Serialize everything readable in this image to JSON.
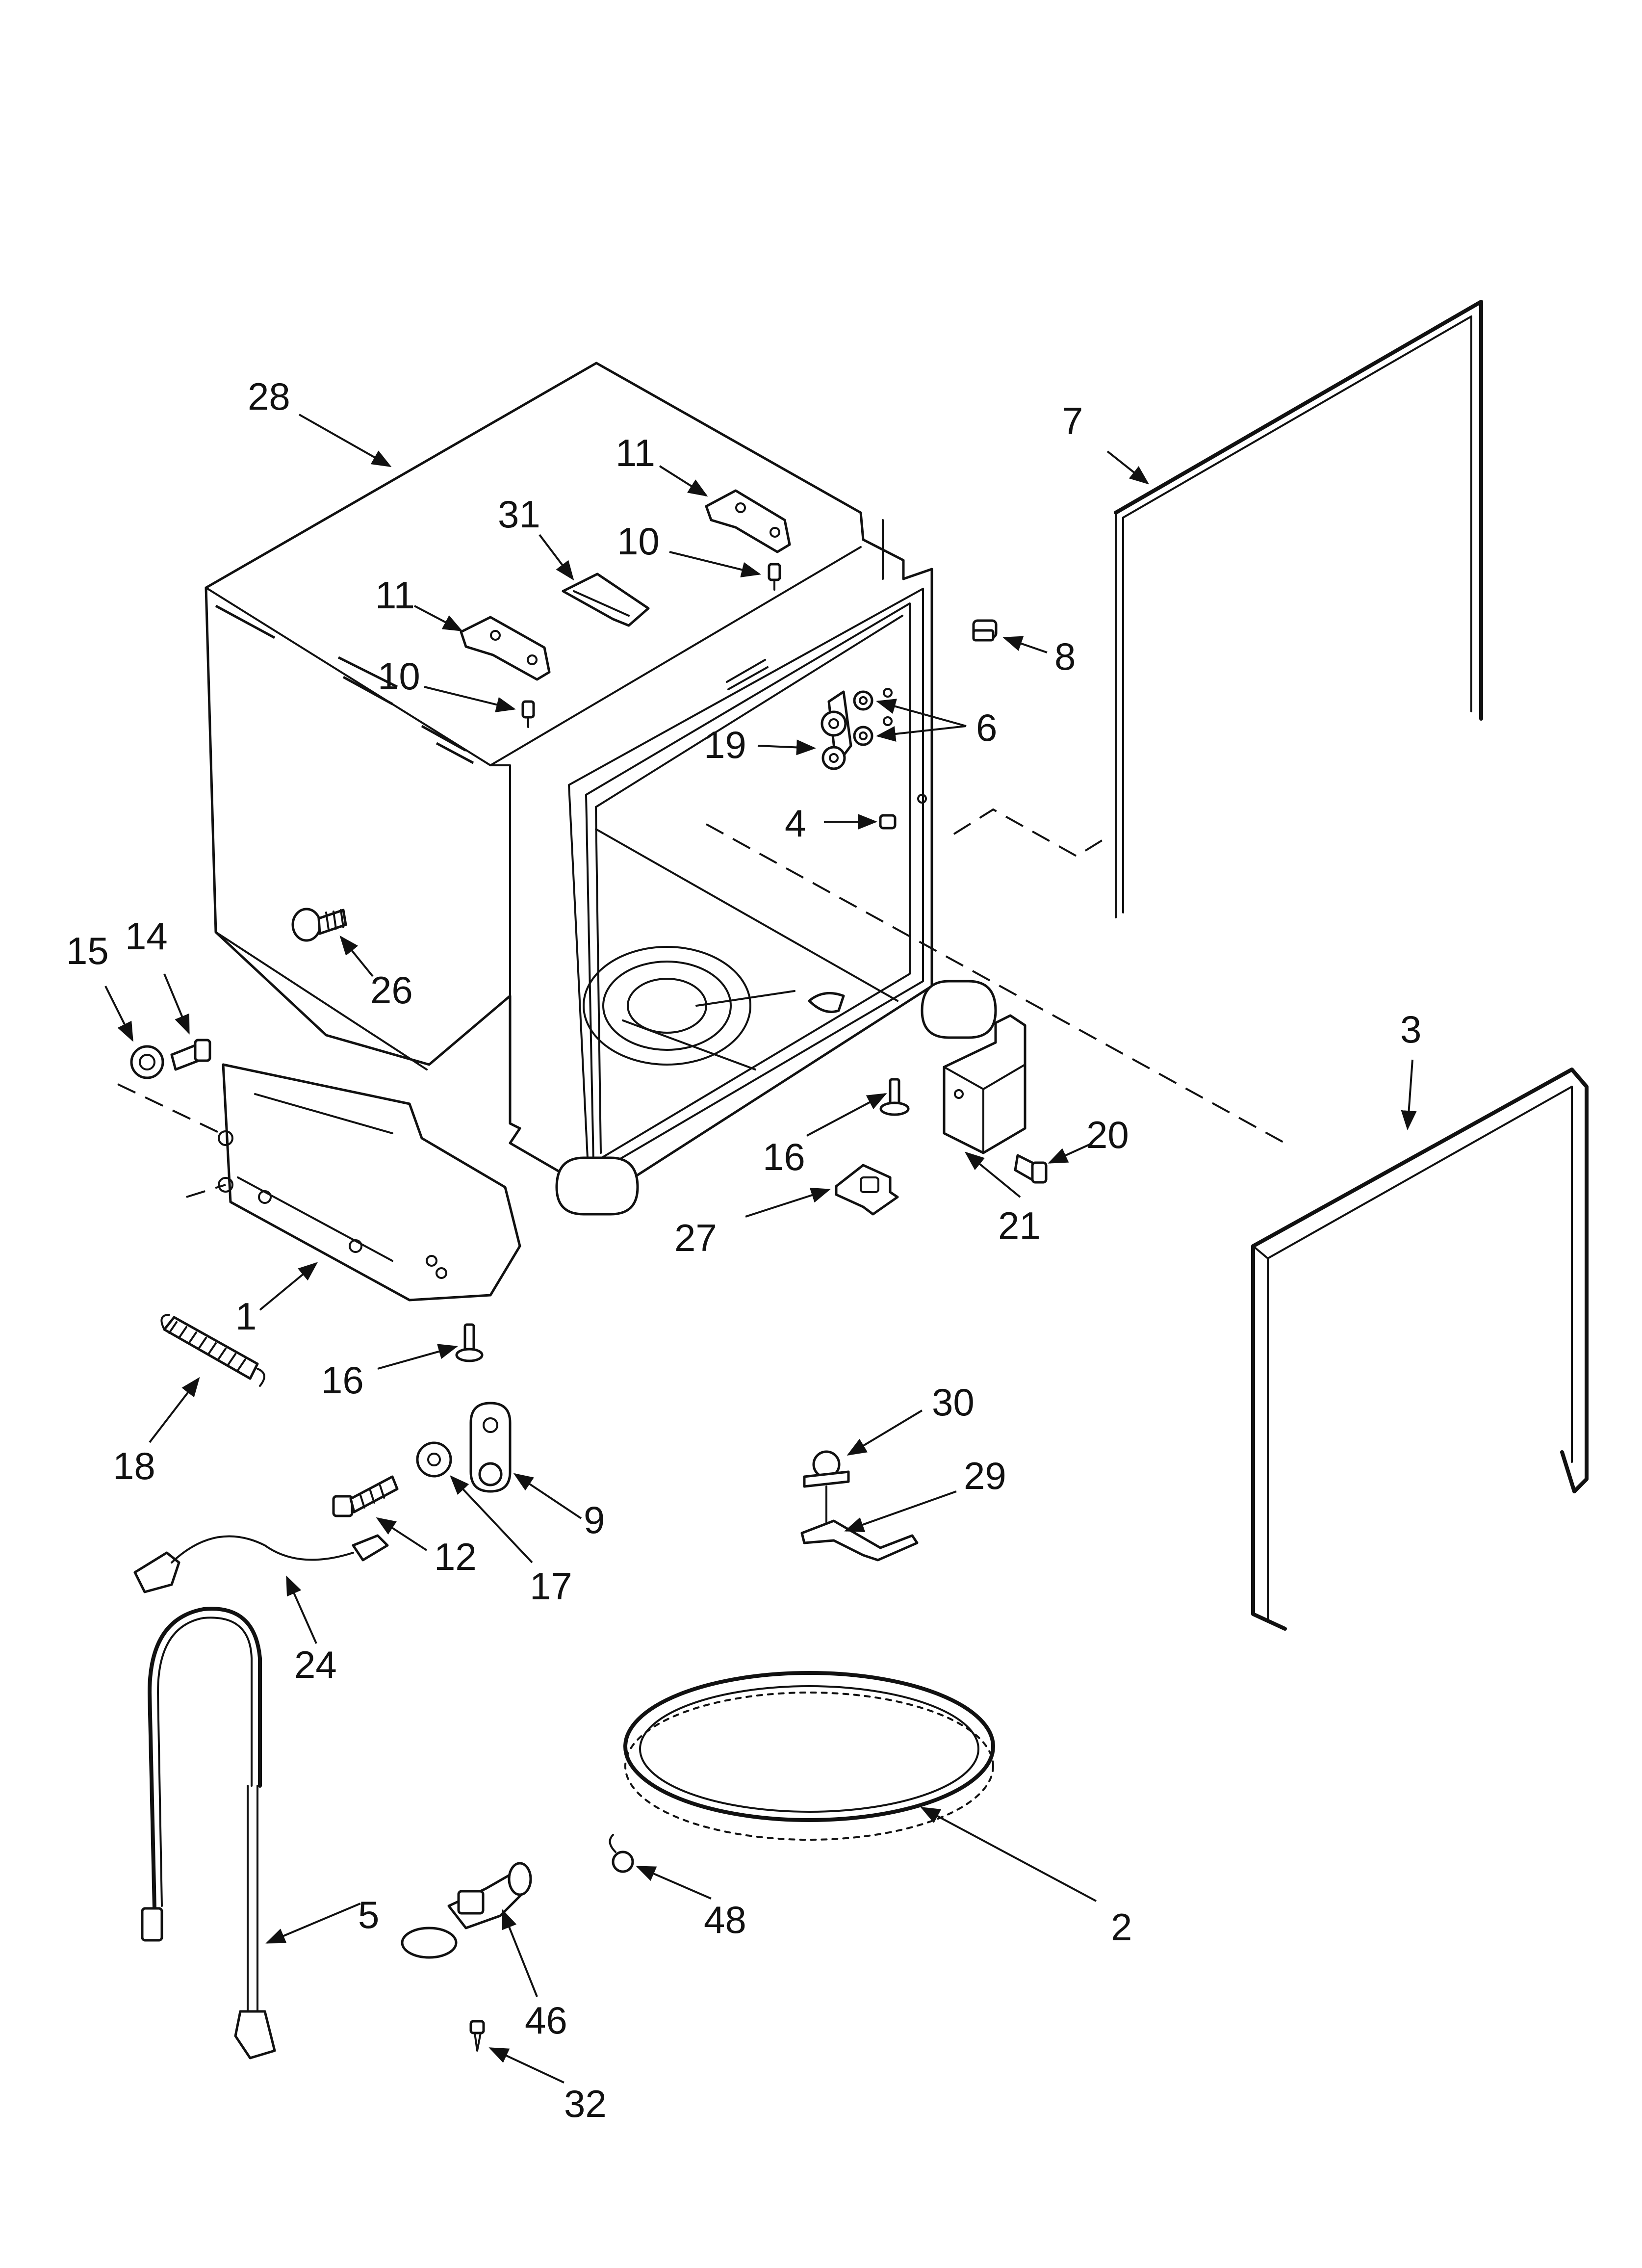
{
  "diagram": {
    "type": "exploded-parts-diagram",
    "callouts": [
      {
        "id": "c28",
        "label": "28"
      },
      {
        "id": "c11a",
        "label": "11"
      },
      {
        "id": "c31",
        "label": "31"
      },
      {
        "id": "c10a",
        "label": "10"
      },
      {
        "id": "c11b",
        "label": "11"
      },
      {
        "id": "c10b",
        "label": "10"
      },
      {
        "id": "c7",
        "label": "7"
      },
      {
        "id": "c8",
        "label": "8"
      },
      {
        "id": "c6",
        "label": "6"
      },
      {
        "id": "c19",
        "label": "19"
      },
      {
        "id": "c4",
        "label": "4"
      },
      {
        "id": "c26",
        "label": "26"
      },
      {
        "id": "c15",
        "label": "15"
      },
      {
        "id": "c14",
        "label": "14"
      },
      {
        "id": "c3",
        "label": "3"
      },
      {
        "id": "c20",
        "label": "20"
      },
      {
        "id": "c21",
        "label": "21"
      },
      {
        "id": "c16a",
        "label": "16"
      },
      {
        "id": "c27",
        "label": "27"
      },
      {
        "id": "c1",
        "label": "1"
      },
      {
        "id": "c16b",
        "label": "16"
      },
      {
        "id": "c18",
        "label": "18"
      },
      {
        "id": "c30",
        "label": "30"
      },
      {
        "id": "c29",
        "label": "29"
      },
      {
        "id": "c9",
        "label": "9"
      },
      {
        "id": "c12",
        "label": "12"
      },
      {
        "id": "c17",
        "label": "17"
      },
      {
        "id": "c24",
        "label": "24"
      },
      {
        "id": "c48",
        "label": "48"
      },
      {
        "id": "c2",
        "label": "2"
      },
      {
        "id": "c5",
        "label": "5"
      },
      {
        "id": "c46",
        "label": "46"
      },
      {
        "id": "c32",
        "label": "32"
      }
    ]
  }
}
